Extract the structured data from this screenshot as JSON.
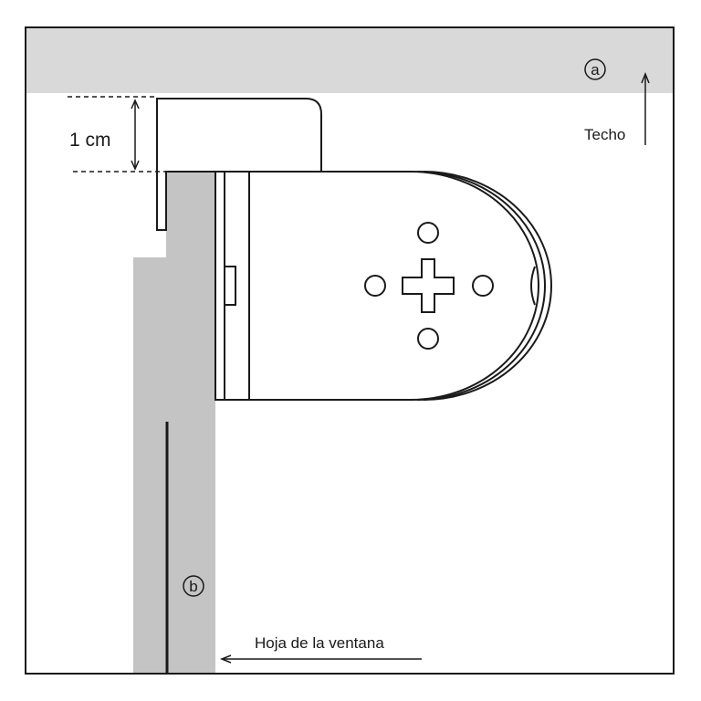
{
  "diagram": {
    "callout_a": "a",
    "callout_b": "b",
    "dimension_label": "1 cm",
    "ceiling_label": "Techo",
    "window_sash_label": "Hoja de la ventana"
  },
  "colors": {
    "ceiling_band": "#d9d9d9",
    "window_profile": "#c4c4c4",
    "line": "#1a1a1a",
    "background": "#ffffff"
  }
}
